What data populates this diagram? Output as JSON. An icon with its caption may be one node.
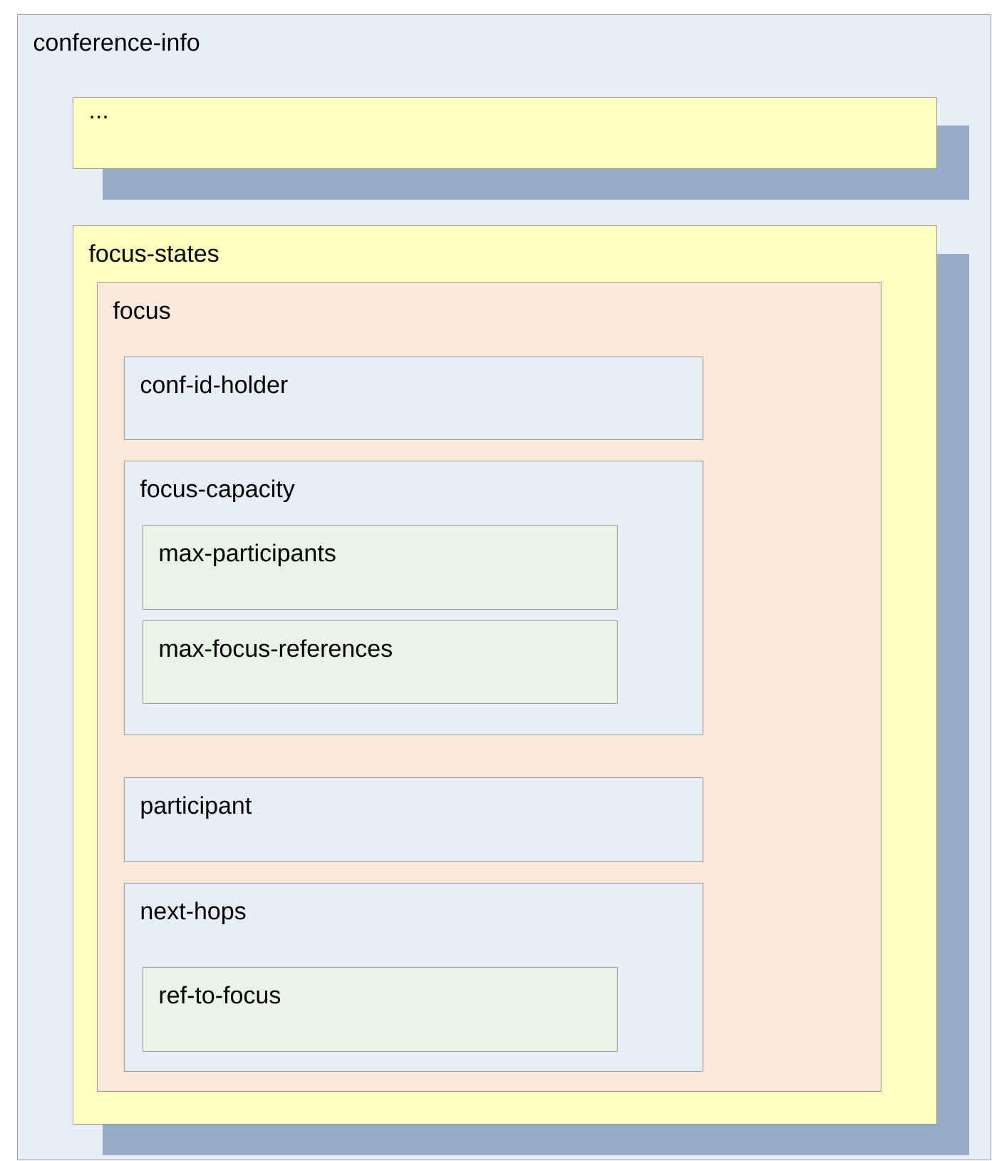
{
  "diagram": {
    "nodes": [
      {
        "text": [
          "conference-info"
        ]
      },
      {
        "text": [
          "..."
        ],
        "in": 0
      },
      {
        "text": [
          "focus-states"
        ],
        "in": 0
      },
      {
        "text": [
          "focus"
        ],
        "in": 2
      },
      {
        "text": [
          "conf-id-holder"
        ],
        "in": 3
      },
      {
        "text": [
          "focus-capacity"
        ],
        "in": 3
      },
      {
        "text": [
          "max-participants"
        ],
        "in": 5
      },
      {
        "text": [
          "max-focus-references"
        ],
        "in": 5
      },
      {
        "text": [
          "participant"
        ],
        "in": 3
      },
      {
        "text": [
          "next-hops"
        ],
        "in": 3
      },
      {
        "text": [
          "ref-to-focus"
        ],
        "in": 9
      }
    ]
  }
}
